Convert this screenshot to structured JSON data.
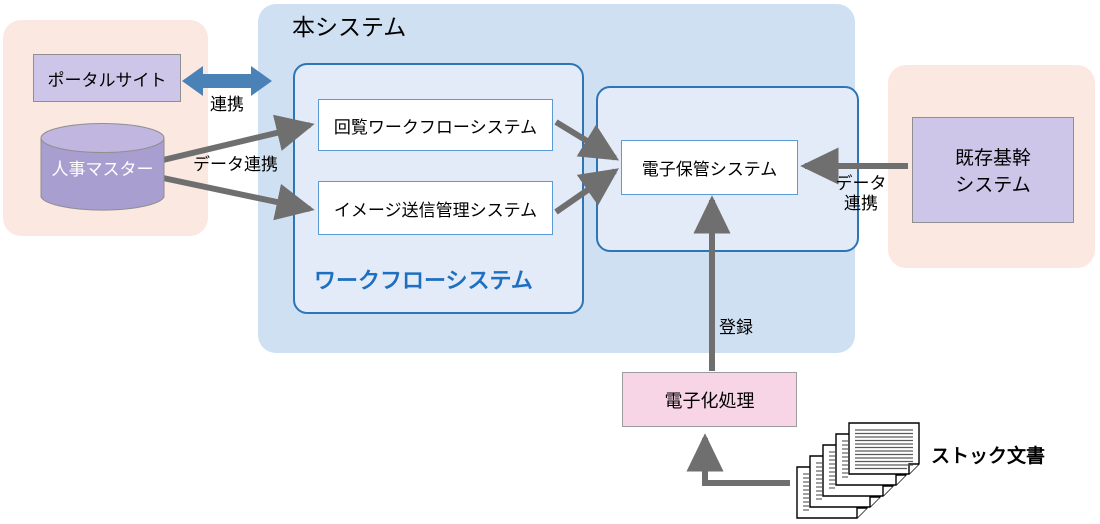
{
  "diagram": {
    "title_main": "本システム",
    "groups": {
      "left_external": {
        "name": "left-external-group"
      },
      "main_system": {
        "label": "本システム"
      },
      "workflow_system": {
        "label": "ワークフローシステム"
      },
      "storage_system": {
        "name": "storage-subsystem"
      },
      "right_external": {
        "name": "right-external-group"
      }
    },
    "nodes": {
      "portal_site": "ポータルサイト",
      "hr_master": "人事マスター",
      "circulation_workflow": "回覧ワークフローシステム",
      "image_transfer": "イメージ送信管理システム",
      "electronic_storage": "電子保管システム",
      "legacy_core": "既存基幹\nシステム",
      "legacy_core_line1": "既存基幹",
      "legacy_core_line2": "システム",
      "digitization": "電子化処理",
      "stock_documents": "ストック文書"
    },
    "edge_labels": {
      "portal_link": "連携",
      "data_link_left": "データ連携",
      "data_link_right_line1": "データ",
      "data_link_right_line2": "連携",
      "register": "登録"
    },
    "colors": {
      "group_pink": "#fbe8e0",
      "group_blue": "#cfe0f2",
      "subgroup_blue_fill": "#e2ebf7",
      "subgroup_border": "#2e75b6",
      "node_purple": "#cdc6e8",
      "node_pink": "#f7d4e6",
      "node_white": "#ffffff",
      "node_blue_border": "#5b9bd5",
      "arrow_gray": "#6f6f6f",
      "arrow_blue": "#4a82b8",
      "text_blue": "#1f6fc0",
      "cylinder_body": "#a99ed0",
      "cylinder_top": "#c0b6e0"
    }
  }
}
